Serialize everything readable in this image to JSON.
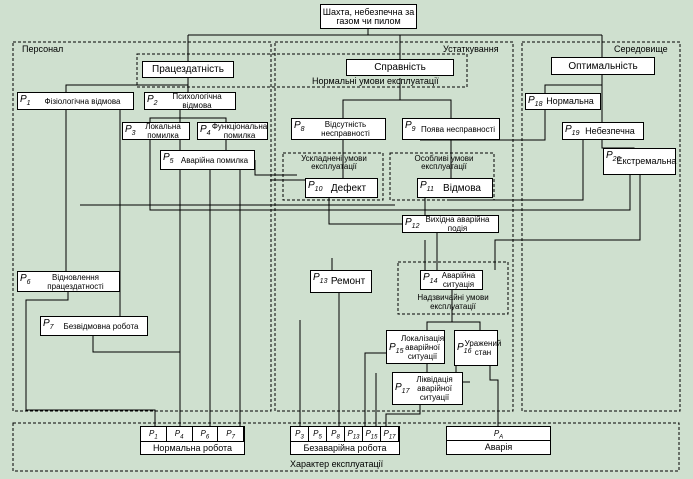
{
  "top": "Шахта, небезпечна за газом чи пилом",
  "groups": {
    "personnel": "Персонал",
    "equipment": "Устаткування",
    "environment": "Середовище",
    "normal_conditions": "Нормальні умови експлуатації",
    "complicated": "Ускладнені умови експлуатації",
    "special": "Особливі умови експлуатації",
    "emergency_conditions": "Надзвичайні умови експлуатації",
    "operation_character": "Характер експлуатації"
  },
  "states": {
    "capacity": "Працездатність",
    "serviceability": "Справність",
    "optimality": "Оптимальність",
    "p1": "Фізіологічна відмова",
    "p2": "Психологічна відмова",
    "p3": "Локальна помилка",
    "p4": "Функціональна помилка",
    "p5": "Аварійна помилка",
    "p6": "Відновлення працездатності",
    "p7": "Безвідмовна робота",
    "p8": "Відсутність несправності",
    "p9": "Поява несправності",
    "p10": "Дефект",
    "p11": "Відмова",
    "p12": "Вихідна аварійна подія",
    "p13": "Ремонт",
    "p14": "Аварійна ситуація",
    "p15": "Локалізація аварійної ситуації",
    "p16": "Уражений стан",
    "p17": "Ліквідація аварійної ситуації",
    "p18": "Нормальна",
    "p19": "Небезпечна",
    "p20": "Екстремальна"
  },
  "ids": {
    "p1": "1",
    "p2": "2",
    "p3": "3",
    "p4": "4",
    "p5": "5",
    "p6": "6",
    "p7": "7",
    "p8": "8",
    "p9": "9",
    "p10": "10",
    "p11": "11",
    "p12": "12",
    "p13": "13",
    "p14": "14",
    "p15": "15",
    "p16": "16",
    "p17": "17",
    "p18": "18",
    "p19": "19",
    "p20": "20"
  },
  "outcomes": {
    "normal": "Нормальна робота",
    "failure_free": "Безаварійна робота",
    "accident": "Аварія",
    "accident_sub": "A",
    "normal_subs": [
      "1",
      "4",
      "6",
      "7"
    ],
    "failure_free_subs": [
      "3",
      "5",
      "8",
      "13",
      "15",
      "17"
    ]
  }
}
